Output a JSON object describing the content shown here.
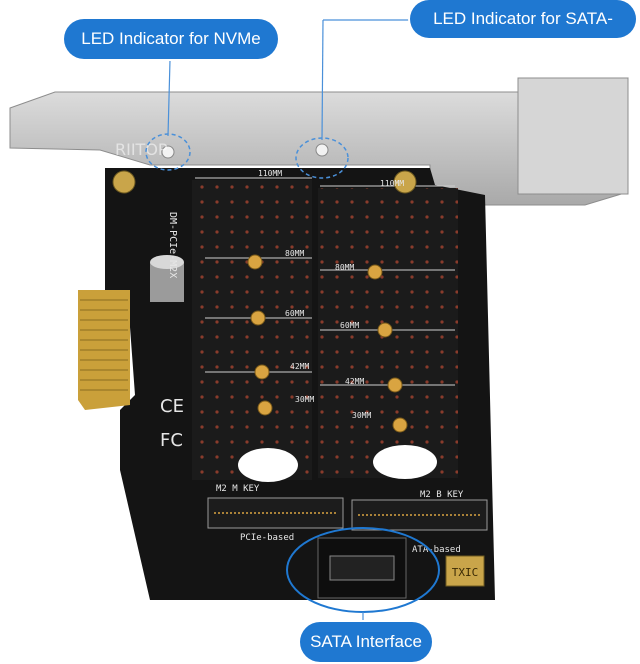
{
  "callouts": {
    "nvme_led": "LED Indicator for NVMe",
    "sata_led": "LED Indicator for SATA-Based",
    "sata_interface": "SATA Interface"
  },
  "board": {
    "slot_left_key": "M2 M KEY",
    "slot_right_key": "M2 B KEY",
    "slot_left_type": "PCIe-based",
    "slot_right_type": "ATA-based",
    "lengths": [
      "110MM",
      "80MM",
      "60MM",
      "42MM",
      "30MM"
    ],
    "board_text": "DM-PCIe-M2X",
    "badge": "TXIC",
    "watermark": "RIITOP"
  },
  "colors": {
    "callout_bg": "#1f78d1",
    "pcb": "#141414",
    "bracket": "#c9c9c9",
    "gold": "#d9a441",
    "highlight": "#4a90d9"
  }
}
